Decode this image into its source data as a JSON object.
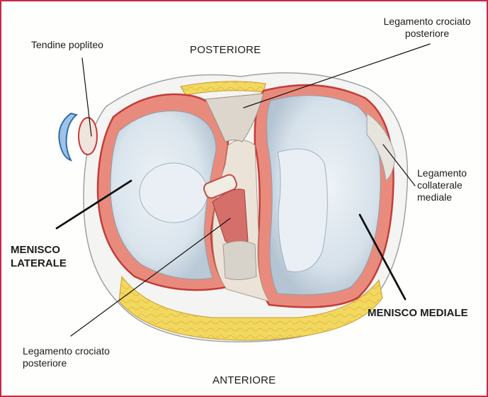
{
  "title_posterior": "POSTERIORE",
  "title_anterior": "ANTERIORE",
  "labels": {
    "tendine_popliteo": "Tendine popliteo",
    "legamento_crociato_posteriore_top_l1": "Legamento crociato",
    "legamento_crociato_posteriore_top_l2": "posteriore",
    "legamento_collaterale_l1": "Legamento",
    "legamento_collaterale_l2": "collaterale",
    "legamento_collaterale_l3": "mediale",
    "menisco_laterale_l1": "MENISCO",
    "menisco_laterale_l2": "LATERALE",
    "menisco_mediale": "MENISCO MEDIALE",
    "legamento_crociato_posteriore_bottom_l1": "Legamento crociato",
    "legamento_crociato_posteriore_bottom_l2": "posteriore"
  },
  "colors": {
    "border": "#c8284a",
    "meniscus": "#e87a6e",
    "fat": "#f2d65a",
    "cartilage": "#dfe8ef",
    "tendon": "#4f86c6"
  }
}
